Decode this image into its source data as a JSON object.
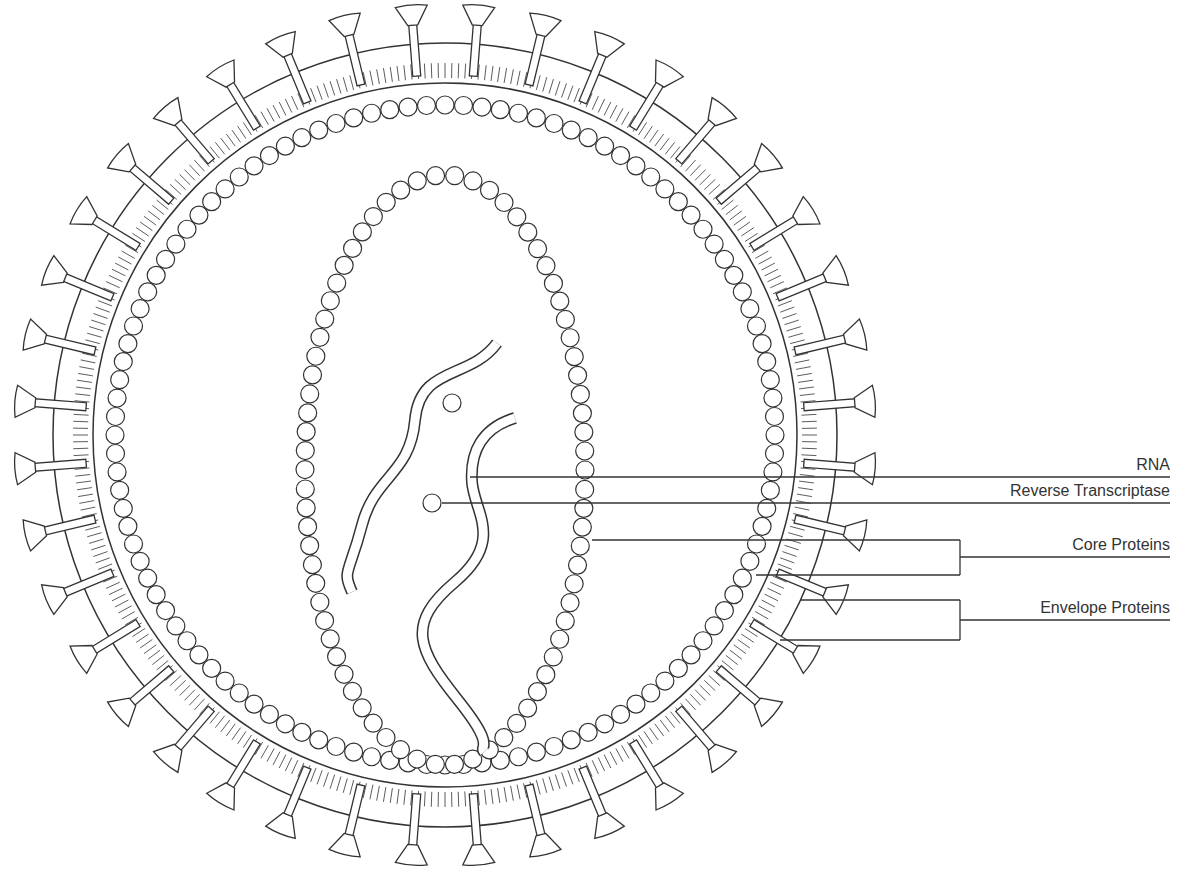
{
  "diagram": {
    "labels": [
      "RNA",
      "Reverse Transcriptase",
      "Core Proteins",
      "Envelope Proteins"
    ]
  }
}
